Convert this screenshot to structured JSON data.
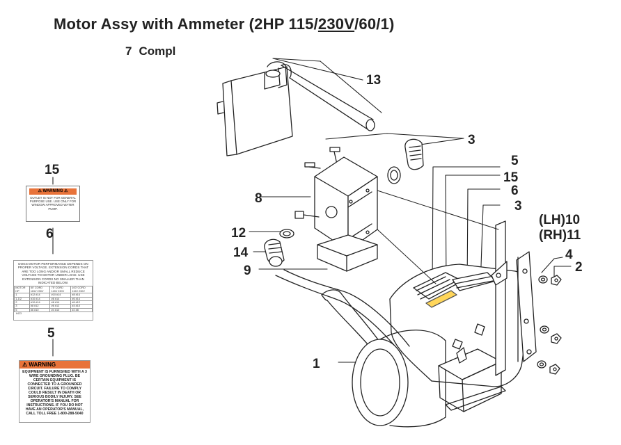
{
  "title": {
    "part1": "Motor Assy with Ammeter (2HP 115/",
    "part2": "230V",
    "part3": "/60/1)"
  },
  "subtitle": {
    "number": "7",
    "text": "Compl"
  },
  "callouts": [
    {
      "label": "13"
    },
    {
      "label": "3"
    },
    {
      "label": "15"
    },
    {
      "label": "8"
    },
    {
      "label": "5"
    },
    {
      "label": "15"
    },
    {
      "label": "6"
    },
    {
      "label": "3"
    },
    {
      "label": "6"
    },
    {
      "label": "(LH)10"
    },
    {
      "label": "(RH)11"
    },
    {
      "label": "12"
    },
    {
      "label": "14"
    },
    {
      "label": "4"
    },
    {
      "label": "2"
    },
    {
      "label": "9"
    },
    {
      "label": "5"
    },
    {
      "label": "1"
    }
  ],
  "decal_warning_outlet": {
    "header": "WARNING",
    "text": "OUTLET IS NOT FOR GENERAL PURPOSE USE. USE ONLY FOR WINDOW APPROVED WATER PUMP."
  },
  "decal_motor_performance": {
    "text": "DOGS MOTOR PERFORMANCE DEPENDS ON PROPER VOLTAGE. EXTENSION CORDS THAT ARE TOO LONG AND/OR SMALL REDUCE VOLTAGE TO MOTOR UNDER LOAD. USE EXTENSION CORDS NO SMALLER THAN INDICATED BELOW.",
    "table_rows": [
      [
        "MOTOR HP",
        "50' CORD 115V 230V",
        "75' CORD 115V 230V",
        "100' CORD 115V 230V"
      ],
      [
        "1",
        "#12 #14",
        "#10 #14",
        "#8 #14"
      ],
      [
        "1-1/2",
        "#10 #14",
        "#8 #14",
        "#6 #14"
      ],
      [
        "2",
        "#10 #14",
        "#8 #14",
        "#6 #12"
      ],
      [
        "3",
        "#8 #12",
        "#6 #12",
        "#4 #10"
      ],
      [
        "5",
        "#6 #10",
        "#4 #10",
        "#2 #8"
      ]
    ],
    "footer": "6423"
  },
  "decal_grounding_warning": {
    "header": "WARNING",
    "text": "EQUIPMENT IS FURNISHED WITH A 3 WIRE GROUNDING PLUG. BE CERTAIN EQUIPMENT IS CONNECTED TO A GROUNDED CIRCUIT. FAILURE TO COMPLY COULD RESULT IN DEATH OR SERIOUS BODILY INJURY. SEE OPERATOR'S MANUAL FOR INSTRUCTIONS. IF YOU DO NOT HAVE AN OPERATOR'S MANUAL, CALL TOLL FREE 1-800-288-5040"
  }
}
